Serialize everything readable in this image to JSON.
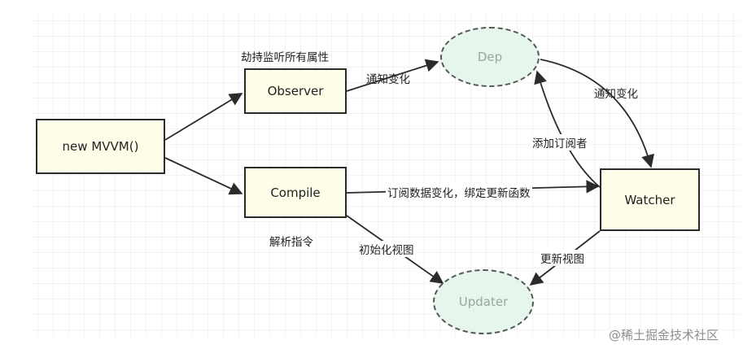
{
  "nodes": {
    "mvvm": "new MVVM()",
    "observer": "Observer",
    "compile": "Compile",
    "dep": "Dep",
    "watcher": "Watcher",
    "updater": "Updater"
  },
  "labels": {
    "hijack_properties": "劫持监听所有属性",
    "parse_directives": "解析指令",
    "notify_change_observer": "通知变化",
    "notify_change_dep": "通知变化",
    "add_subscriber": "添加订阅者",
    "subscribe_bind": "订阅数据变化，绑定更新函数",
    "init_view": "初始化视图",
    "update_view": "更新视图"
  },
  "watermark": "@稀土掘金技术社区",
  "colors": {
    "box_fill": "#fdfde8",
    "ellipse_fill": "#e6f6ec",
    "stroke": "#2b2b2b",
    "grid": "#e7e7e7"
  }
}
